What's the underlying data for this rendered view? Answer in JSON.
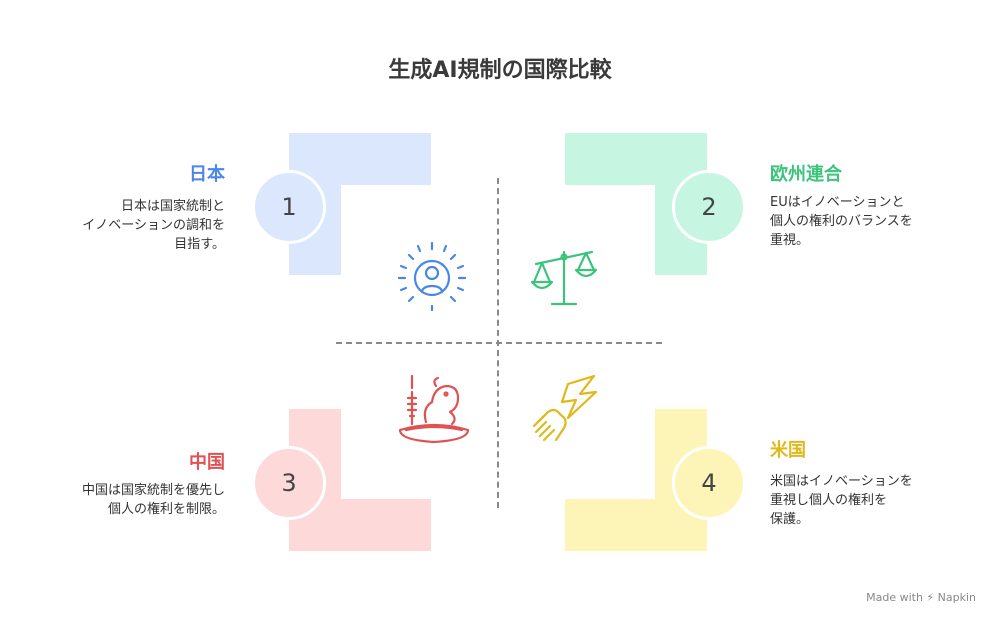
{
  "title": "生成AI規制の国際比較",
  "quadrants": [
    {
      "number": "1",
      "heading": "日本",
      "desc": [
        "日本は国家統制と",
        "イノベーションの調和を",
        "目指す。"
      ],
      "color": "#4a86e8",
      "fill": "#dbe7fc",
      "icon": "person-radiating-icon"
    },
    {
      "number": "2",
      "heading": "欧州連合",
      "desc": [
        "EUはイノベーションと",
        "個人の権利のバランスを",
        "重視。"
      ],
      "color": "#3cc47c",
      "fill": "#c6f6e2",
      "icon": "balance-scale-icon"
    },
    {
      "number": "3",
      "heading": "中国",
      "desc": [
        "中国は国家統制を優先し",
        "個人の権利を制限。"
      ],
      "color": "#e05252",
      "fill": "#fdd9d9",
      "icon": "dragon-lantern-icon"
    },
    {
      "number": "4",
      "heading": "米国",
      "desc": [
        "米国はイノベーションを",
        "重視し個人の権利を",
        "保護。"
      ],
      "color": "#e0b81a",
      "fill": "#fdf5b8",
      "icon": "fist-lightning-icon"
    }
  ],
  "footer": "Made with ⚡ Napkin"
}
